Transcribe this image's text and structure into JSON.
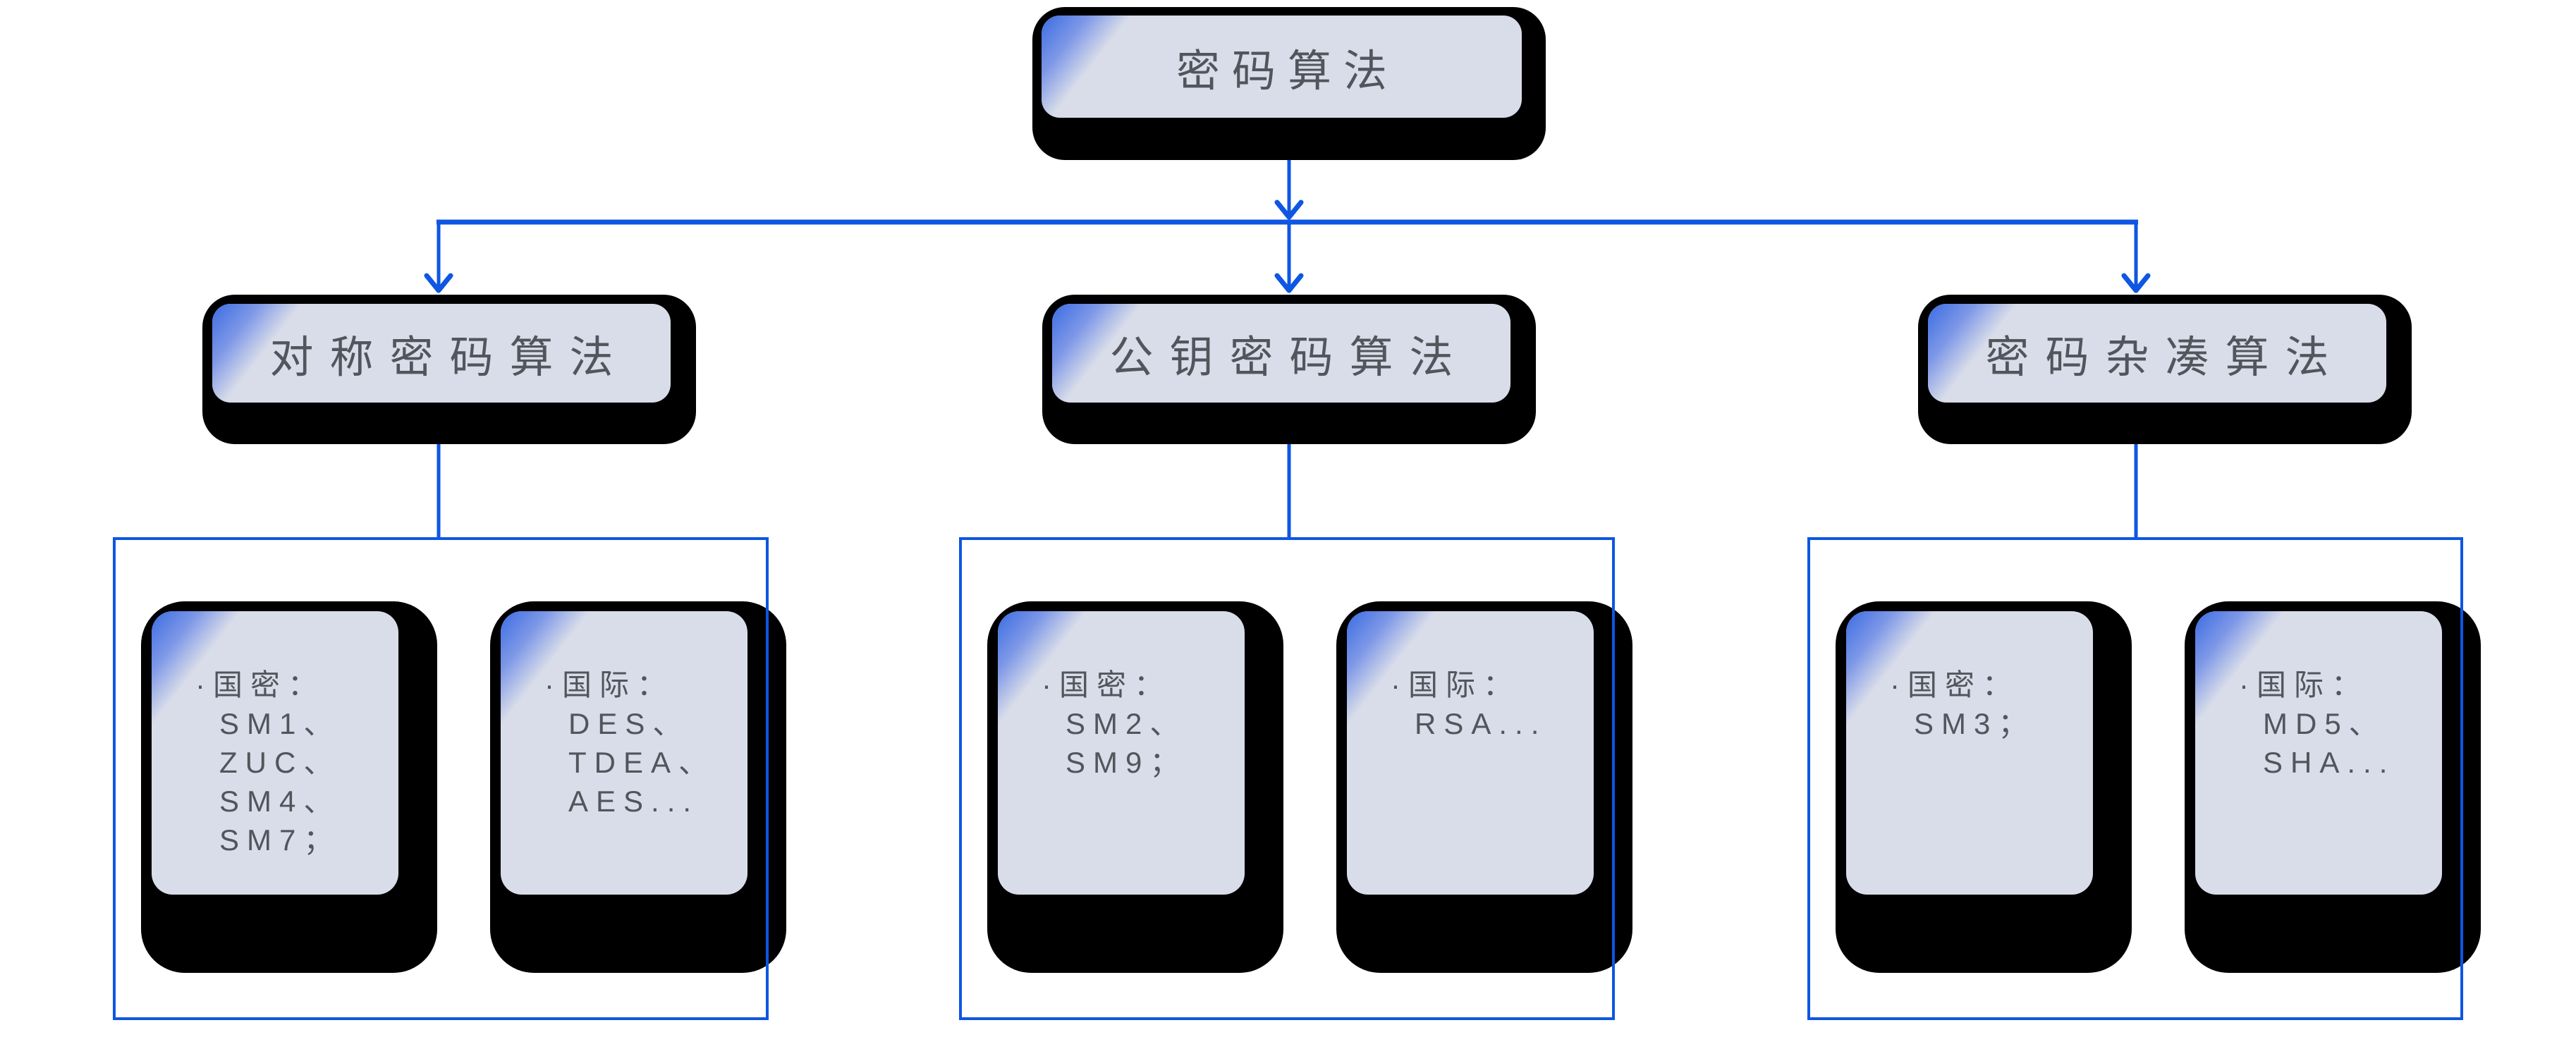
{
  "diagram": {
    "title": "密码算法",
    "colors": {
      "connector_blue": "#0e56e3",
      "card_face": "#d9dde9",
      "card_shadow": "#000000",
      "text_gray": "#53555c",
      "corner_accent_start": "#3a6ce2",
      "corner_accent_mid": "#7d97e7"
    },
    "root": {
      "label": "密码算法"
    },
    "branches": [
      {
        "label": "对称密码算法",
        "cards": [
          {
            "lines": [
              "·国密：",
              "SM1、",
              "ZUC、",
              "SM4、",
              "SM7；"
            ]
          },
          {
            "lines": [
              "·国际：",
              "DES、",
              "TDEA、",
              "AES..."
            ]
          }
        ]
      },
      {
        "label": "公钥密码算法",
        "cards": [
          {
            "lines": [
              "·国密：",
              "SM2、",
              "SM9；"
            ]
          },
          {
            "lines": [
              "·国际：",
              "RSA..."
            ]
          }
        ]
      },
      {
        "label": "密码杂凑算法",
        "cards": [
          {
            "lines": [
              "·国密：",
              "SM3；"
            ]
          },
          {
            "lines": [
              "·国际：",
              "MD5、",
              "SHA..."
            ]
          }
        ]
      }
    ]
  }
}
